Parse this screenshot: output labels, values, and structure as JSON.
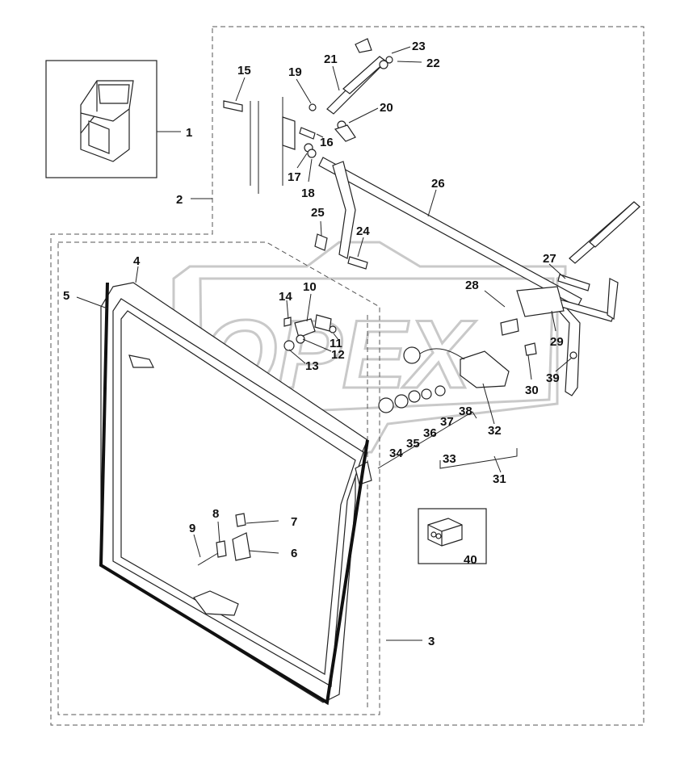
{
  "diagram": {
    "callouts": [
      "1",
      "2",
      "3",
      "4",
      "5",
      "6",
      "7",
      "8",
      "9",
      "10",
      "11",
      "12",
      "13",
      "14",
      "15",
      "16",
      "17",
      "18",
      "19",
      "20",
      "21",
      "22",
      "23",
      "24",
      "25",
      "26",
      "27",
      "28",
      "29",
      "30",
      "31",
      "32",
      "33",
      "34",
      "35",
      "36",
      "37",
      "38",
      "39",
      "40"
    ],
    "watermark": "OPEX"
  },
  "colors": {
    "line": "#222222",
    "watermark": "#c9c9c9",
    "background": "#ffffff"
  }
}
